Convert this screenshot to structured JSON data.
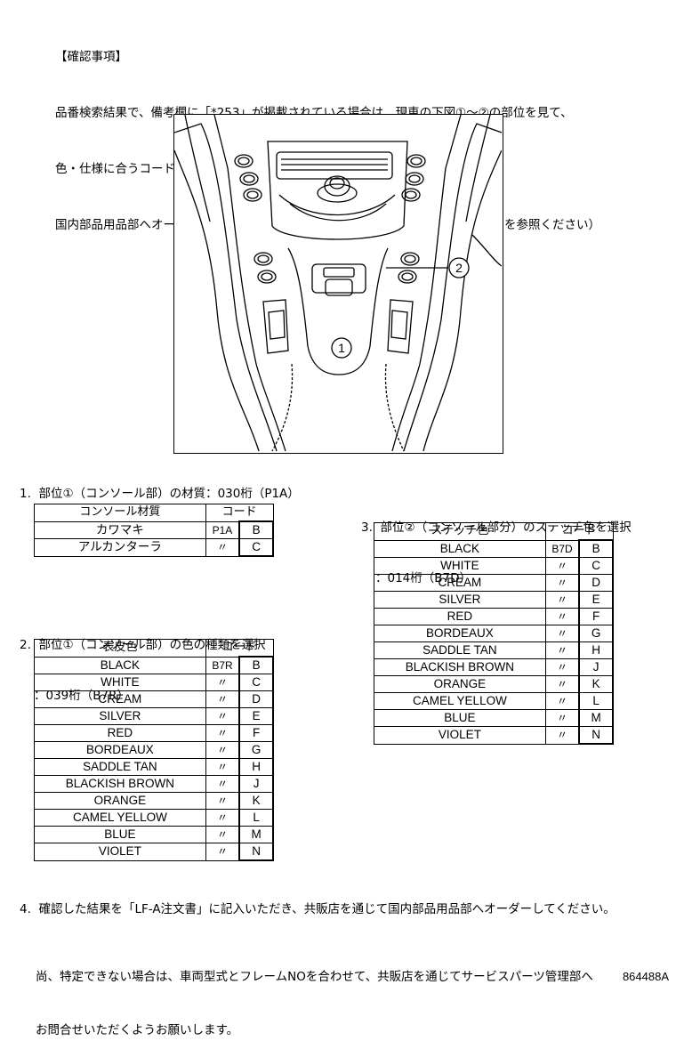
{
  "intro": {
    "heading": "【確認事項】",
    "lines": [
      "品番検索結果で、備考欄に「*253」が掲載されている場合は、現車の下図①～②の部位を見て、",
      "色・仕様に合うコード（太枠部）を選択し、「LF-A注文書」に必要事項を記入の上、",
      "国内部品用品部へオーダーしてください。（色・仕様については、車両パンフレットを参照ください）"
    ]
  },
  "figure": {
    "callout1": "1",
    "callout2": "2"
  },
  "section1": {
    "title": "1.  部位①（コンソール部）の材質：030桁（P1A）",
    "header_left": "コンソール材質",
    "header_right": "コード",
    "rows": [
      {
        "name": "カワマキ",
        "prefix": "P1A",
        "code": "B"
      },
      {
        "name": "アルカンターラ",
        "prefix": "〃",
        "code": "C"
      }
    ]
  },
  "section2": {
    "title_line1": "2.  部位①（コンソール部）の色の種類を選択",
    "title_line2": "：039桁（B7R）",
    "header_left": "表皮色",
    "header_right": "コード",
    "rows": [
      {
        "name": "BLACK",
        "prefix": "B7R",
        "code": "B"
      },
      {
        "name": "WHITE",
        "prefix": "〃",
        "code": "C"
      },
      {
        "name": "CREAM",
        "prefix": "〃",
        "code": "D"
      },
      {
        "name": "SILVER",
        "prefix": "〃",
        "code": "E"
      },
      {
        "name": "RED",
        "prefix": "〃",
        "code": "F"
      },
      {
        "name": "BORDEAUX",
        "prefix": "〃",
        "code": "G"
      },
      {
        "name": "SADDLE TAN",
        "prefix": "〃",
        "code": "H"
      },
      {
        "name": "BLACKISH BROWN",
        "prefix": "〃",
        "code": "J"
      },
      {
        "name": "ORANGE",
        "prefix": "〃",
        "code": "K"
      },
      {
        "name": "CAMEL YELLOW",
        "prefix": "〃",
        "code": "L"
      },
      {
        "name": "BLUE",
        "prefix": "〃",
        "code": "M"
      },
      {
        "name": "VIOLET",
        "prefix": "〃",
        "code": "N"
      }
    ]
  },
  "section3": {
    "title_line1": "3.  部位②（コンソール部分）のステッチ色を選択",
    "title_line2": "：014桁（B7D）",
    "header_left": "ステッチ色",
    "header_right": "コード",
    "rows": [
      {
        "name": "BLACK",
        "prefix": "B7D",
        "code": "B"
      },
      {
        "name": "WHITE",
        "prefix": "〃",
        "code": "C"
      },
      {
        "name": "CREAM",
        "prefix": "〃",
        "code": "D"
      },
      {
        "name": "SILVER",
        "prefix": "〃",
        "code": "E"
      },
      {
        "name": "RED",
        "prefix": "〃",
        "code": "F"
      },
      {
        "name": "BORDEAUX",
        "prefix": "〃",
        "code": "G"
      },
      {
        "name": "SADDLE TAN",
        "prefix": "〃",
        "code": "H"
      },
      {
        "name": "BLACKISH BROWN",
        "prefix": "〃",
        "code": "J"
      },
      {
        "name": "ORANGE",
        "prefix": "〃",
        "code": "K"
      },
      {
        "name": "CAMEL YELLOW",
        "prefix": "〃",
        "code": "L"
      },
      {
        "name": "BLUE",
        "prefix": "〃",
        "code": "M"
      },
      {
        "name": "VIOLET",
        "prefix": "〃",
        "code": "N"
      }
    ]
  },
  "section4": {
    "line": "4.  確認した結果を「LF-A注文書」に記入いただき、共販店を通じて国内部品用品部へオーダーしてください。",
    "note_line1": "尚、特定できない場合は、車両型式とフレームNOを合わせて、共販店を通じてサービスパーツ管理部へ",
    "note_line2": "お問合せいただくようお願いします。"
  },
  "doc_code": "864488A"
}
